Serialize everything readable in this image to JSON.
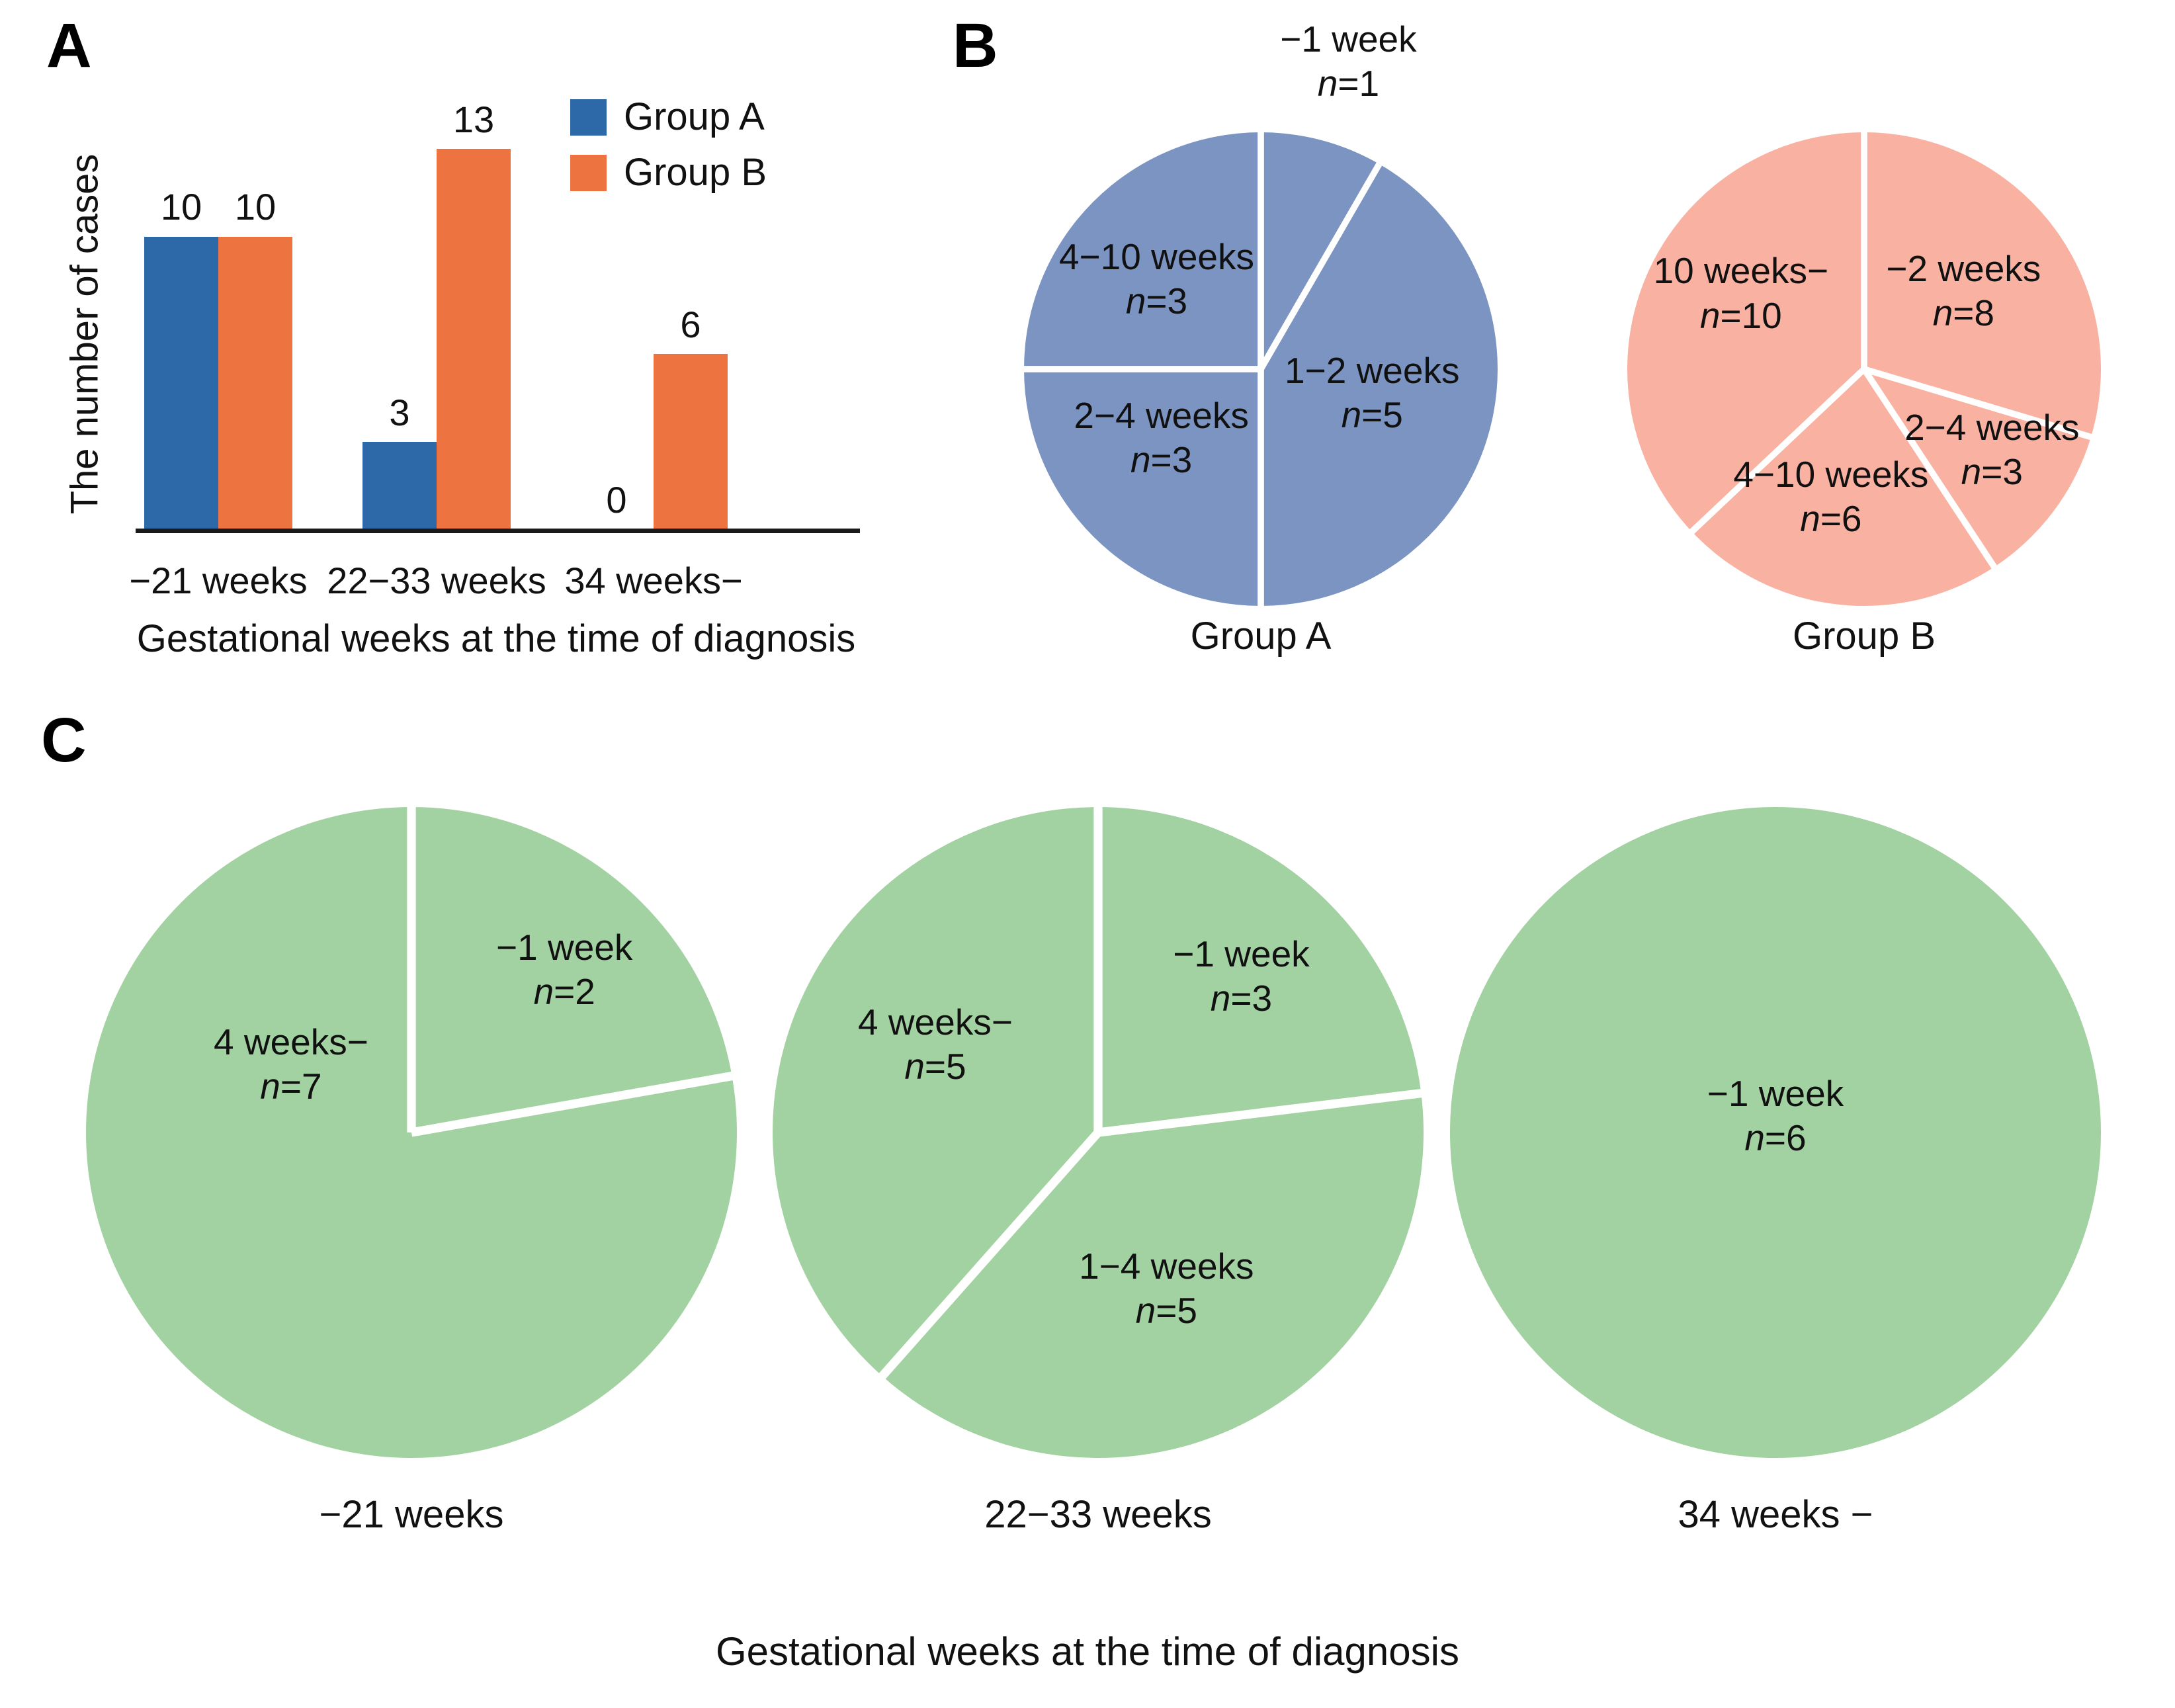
{
  "panels": {
    "a": {
      "label": "A"
    },
    "b": {
      "label": "B"
    },
    "c": {
      "label": "C",
      "xlabel": "Gestational weeks at the time of diagnosis"
    }
  },
  "colors": {
    "group_a_bar": "#2d68a8",
    "group_b_bar": "#ed7340",
    "group_a_pie": "#7b94c1",
    "group_b_pie": "#f9b1a2",
    "panel_c_pie": "#a3d2a2",
    "divider": "#ffffff",
    "axis": "#1a1a1a",
    "text": "#111111"
  },
  "chart_data": [
    {
      "id": "bar-cases-by-gestational-week",
      "type": "bar",
      "categories": [
        "−21 weeks",
        "22−33 weeks",
        "34 weeks−"
      ],
      "series": [
        {
          "name": "Group A",
          "color": "#2d68a8",
          "values": [
            10,
            3,
            0
          ]
        },
        {
          "name": "Group B",
          "color": "#ed7340",
          "values": [
            10,
            13,
            6
          ]
        }
      ],
      "ylabel": "The number of cases",
      "xlabel": "Gestational weeks at the time of diagnosis",
      "ylim": [
        0,
        14
      ],
      "grid": false,
      "axes": "baseline-only",
      "bar_value_labels": true,
      "legend_position": "top-right"
    },
    {
      "id": "pie-group-a",
      "type": "pie",
      "title": "Group A",
      "color": "#7b94c1",
      "start_angle_deg": 0,
      "direction": "clockwise",
      "slices": [
        {
          "label": "−1 week",
          "n": 1,
          "label_xy": [
            0.37,
            -1.3
          ]
        },
        {
          "label": "1−2 weeks",
          "n": 5,
          "label_xy": [
            0.47,
            0.1
          ]
        },
        {
          "label": "2−4 weeks",
          "n": 3,
          "label_xy": [
            -0.42,
            0.29
          ]
        },
        {
          "label": "4−10 weeks",
          "n": 3,
          "label_xy": [
            -0.44,
            -0.38
          ]
        }
      ]
    },
    {
      "id": "pie-group-b",
      "type": "pie",
      "title": "Group B",
      "color": "#f9b1a2",
      "start_angle_deg": 0,
      "direction": "clockwise",
      "slices": [
        {
          "label": "−2 weeks",
          "n": 8,
          "label_xy": [
            0.42,
            -0.33
          ]
        },
        {
          "label": "2−4 weeks",
          "n": 3,
          "label_xy": [
            0.54,
            0.34
          ]
        },
        {
          "label": "4−10 weeks",
          "n": 6,
          "label_xy": [
            -0.14,
            0.54
          ]
        },
        {
          "label": "10 weeks−",
          "n": 10,
          "label_xy": [
            -0.52,
            -0.32
          ]
        }
      ]
    },
    {
      "id": "pie-under-21-weeks",
      "type": "pie",
      "title": "−21 weeks",
      "color": "#a3d2a2",
      "start_angle_deg": 0,
      "direction": "clockwise",
      "slices": [
        {
          "label": "−1 week",
          "n": 2,
          "label_xy": [
            0.47,
            -0.5
          ]
        },
        {
          "label": "4 weeks−",
          "n": 7,
          "label_xy": [
            -0.37,
            -0.21
          ]
        }
      ]
    },
    {
      "id": "pie-22-33-weeks",
      "type": "pie",
      "title": "22−33 weeks",
      "color": "#a3d2a2",
      "start_angle_deg": 0,
      "direction": "clockwise",
      "slices": [
        {
          "label": "−1 week",
          "n": 3,
          "label_xy": [
            0.44,
            -0.48
          ]
        },
        {
          "label": "1−4 weeks",
          "n": 5,
          "label_xy": [
            0.21,
            0.48
          ]
        },
        {
          "label": "4 weeks−",
          "n": 5,
          "label_xy": [
            -0.5,
            -0.27
          ]
        }
      ]
    },
    {
      "id": "pie-34-weeks",
      "type": "pie",
      "title": "34 weeks −",
      "color": "#a3d2a2",
      "start_angle_deg": 0,
      "direction": "clockwise",
      "slices": [
        {
          "label": "−1 week",
          "n": 6,
          "label_xy": [
            0.0,
            -0.05
          ]
        }
      ]
    }
  ]
}
